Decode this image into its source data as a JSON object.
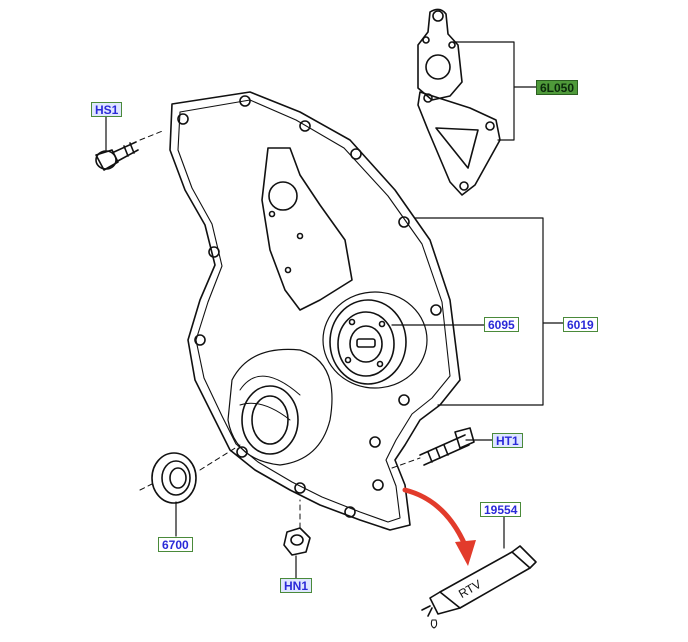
{
  "callouts": {
    "hs1": "HS1",
    "l6050": "6L050",
    "p6095": "6095",
    "p6019": "6019",
    "ht1": "HT1",
    "p19554": "19554",
    "p6700": "6700",
    "hn1": "HN1"
  },
  "tube_text": "RTV",
  "colors": {
    "callout_fill": "#dfe6ff",
    "callout_text": "#2a2ad8",
    "highlight_fill": "#4f9a3a",
    "arrow": "#e23b2b",
    "line": "#111111"
  },
  "icons": [
    "bolt-icon",
    "gasket-icon",
    "timing-cover-icon",
    "crank-seal-icon",
    "nut-icon",
    "stud-bolt-icon",
    "sealant-tube-icon",
    "red-arrow-icon"
  ]
}
